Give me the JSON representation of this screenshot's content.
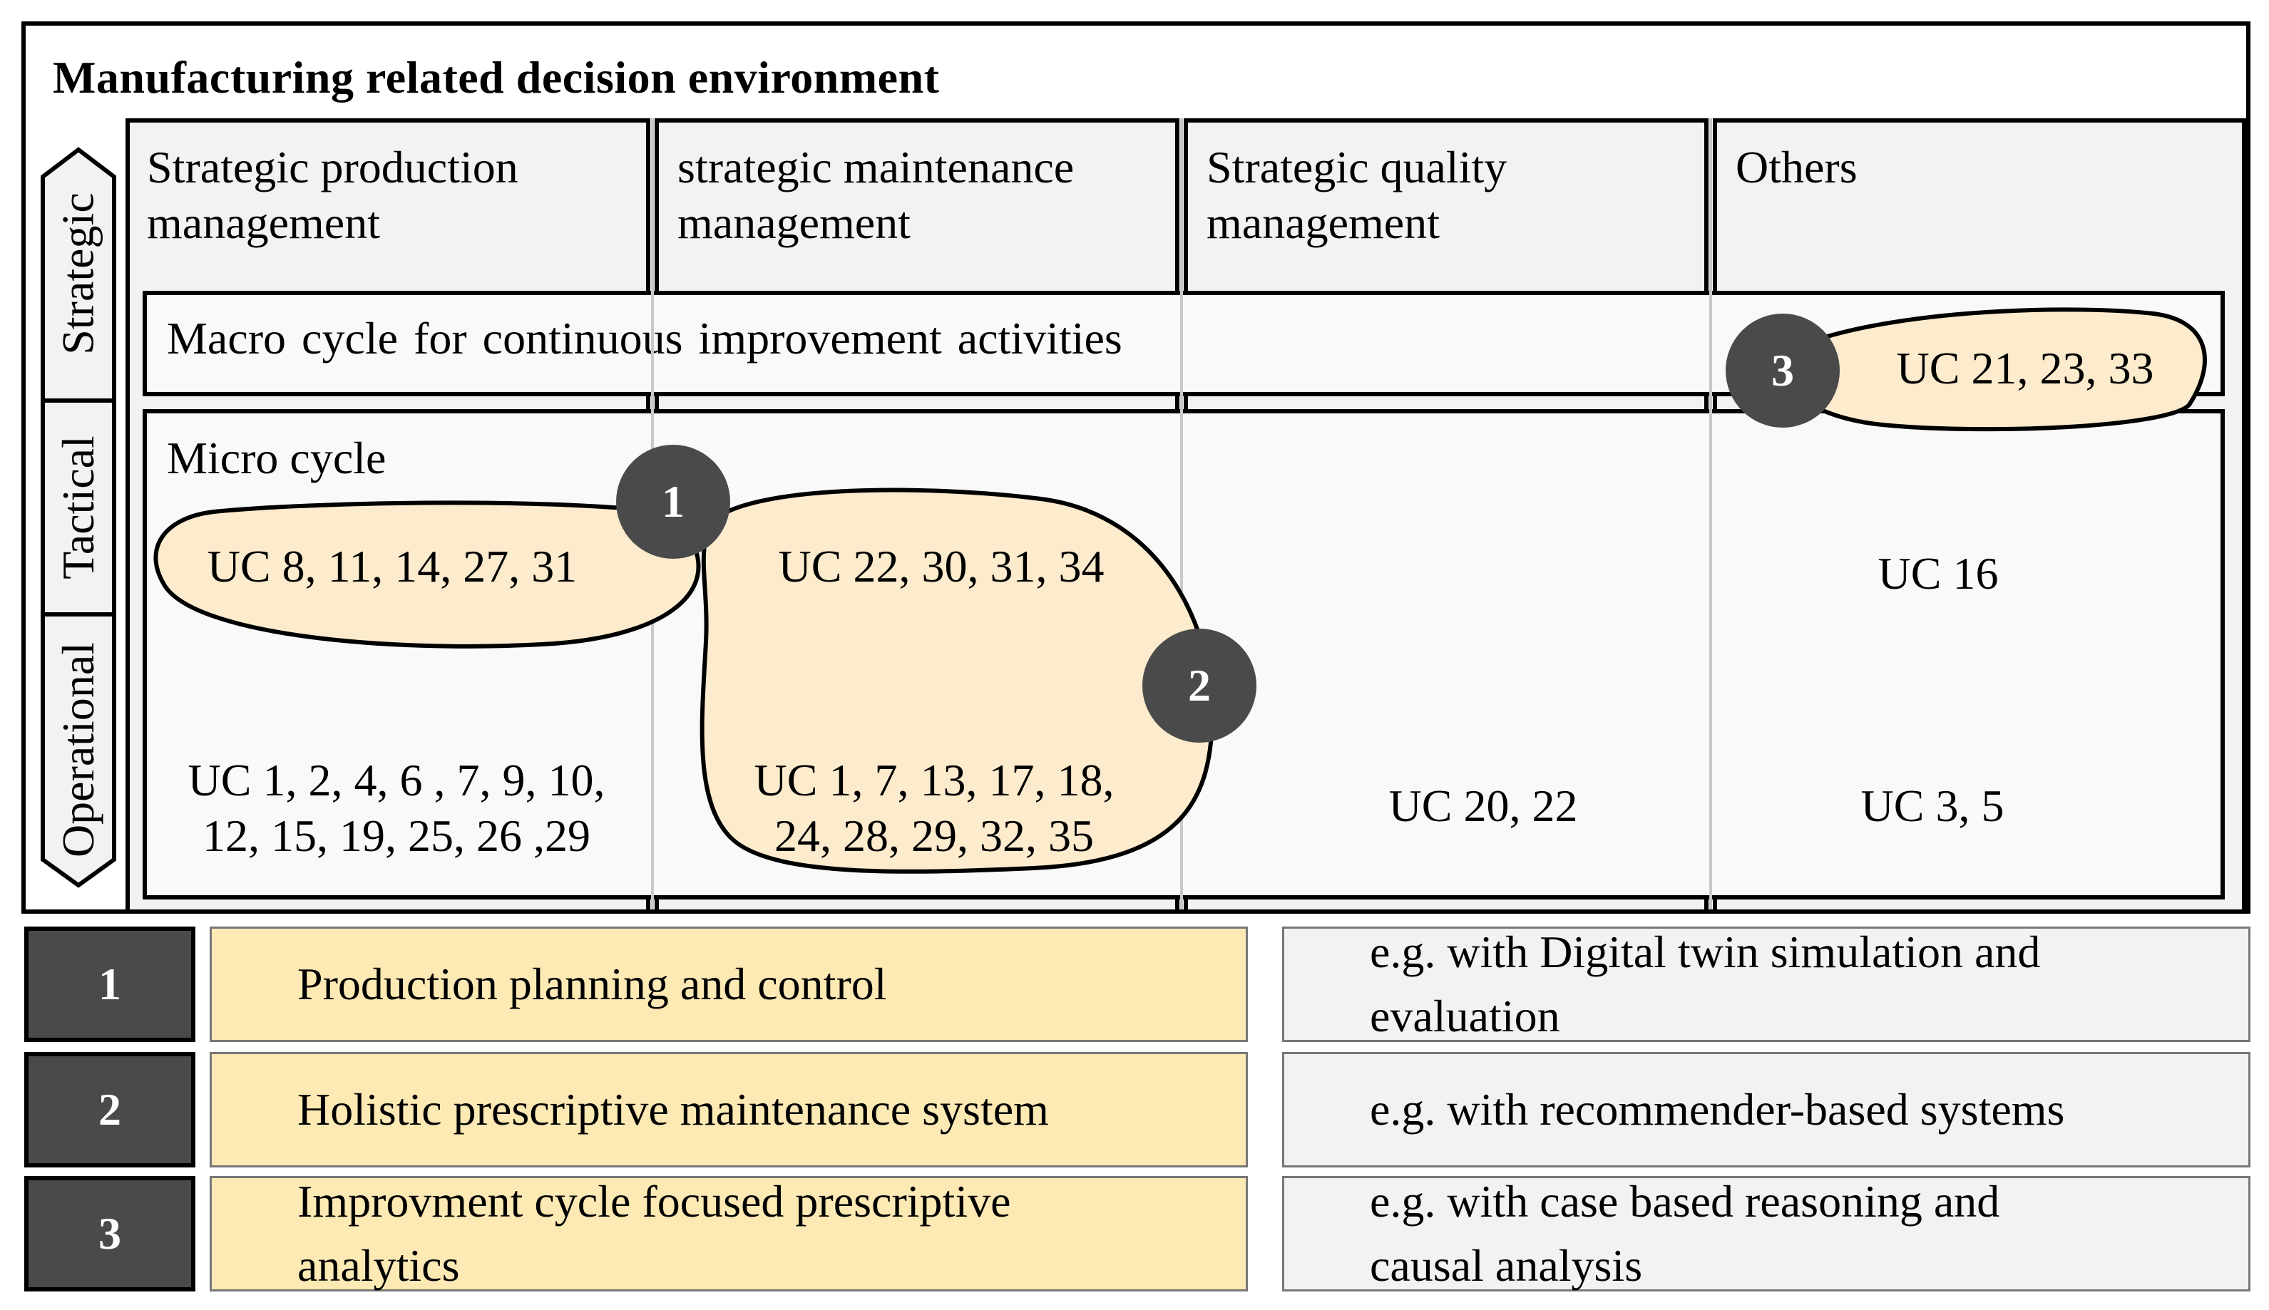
{
  "title": "Manufacturing related decision environment",
  "levels": [
    "Strategic",
    "Tactical",
    "Operational"
  ],
  "columns": [
    {
      "line1": "Strategic production",
      "line2": "management"
    },
    {
      "line1": "strategic maintenance",
      "line2": "management"
    },
    {
      "line1": "Strategic quality",
      "line2": "management"
    },
    {
      "line1": "Others",
      "line2": ""
    }
  ],
  "macro_cycle": "Macro cycle for continuous improvement activities",
  "micro_cycle": "Micro cycle",
  "cells": {
    "prod_tactical": "UC 8, 11, 14, 27, 31",
    "maint_tactical": "UC 22, 30, 31, 34",
    "others_tactical": "UC 16",
    "prod_operational_1": "UC 1, 2, 4, 6 , 7, 9, 10,",
    "prod_operational_2": "12, 15, 19, 25, 26 ,29",
    "maint_operational_1": "UC 1, 7, 13, 17, 18,",
    "maint_operational_2": "24, 28, 29, 32, 35",
    "quality_operational": "UC 20, 22",
    "others_operational": "UC 3, 5",
    "others_macro": "UC 21, 23, 33"
  },
  "badges": [
    "1",
    "2",
    "3"
  ],
  "legend": [
    {
      "num": "1",
      "name_1": "Production planning and control",
      "name_2": "",
      "example_1": "e.g. with Digital twin simulation and",
      "example_2": "evaluation"
    },
    {
      "num": "2",
      "name_1": "Holistic prescriptive maintenance system",
      "name_2": "",
      "example_1": "e.g. with recommender-based systems",
      "example_2": ""
    },
    {
      "num": "3",
      "name_1": "Improvment cycle focused prescriptive",
      "name_2": "analytics",
      "example_1": "e.g. with case based reasoning and",
      "example_2": "causal analysis"
    }
  ],
  "colors": {
    "highlight_fill": "#fcebcc",
    "badge_fill": "#4a4a4a",
    "legend_mid": "#fde9b4",
    "legend_right": "#f2f2f2"
  }
}
